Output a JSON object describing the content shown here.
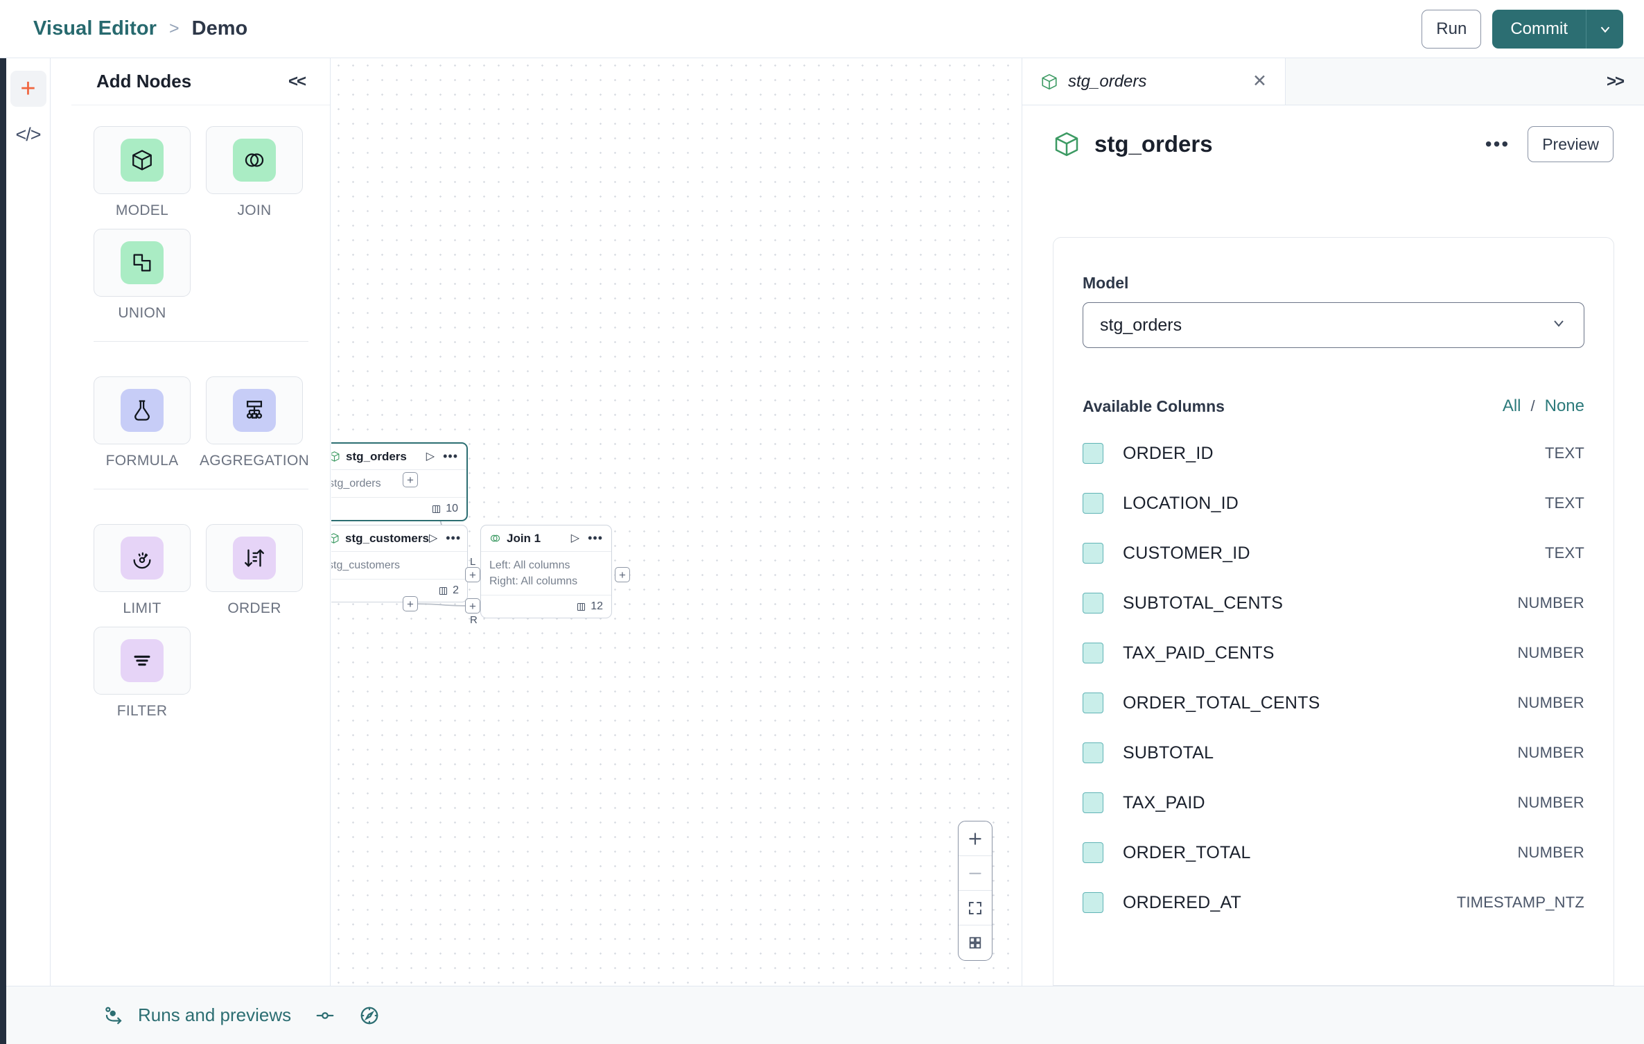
{
  "topbar": {
    "breadcrumb_root": "Visual Editor",
    "breadcrumb_sep": ">",
    "breadcrumb_current": "Demo",
    "run_label": "Run",
    "commit_label": "Commit",
    "accent_teal": "#2c6e72",
    "accent_orange": "#f0653f"
  },
  "rail": {
    "add_icon": "plus-icon",
    "code_icon": "code-icon"
  },
  "nodes_panel": {
    "title": "Add Nodes",
    "collapse_label": "<<",
    "groups": [
      {
        "items": [
          {
            "label": "MODEL",
            "icon": "cube-icon",
            "bg": "#aaecc4"
          },
          {
            "label": "JOIN",
            "icon": "venn-icon",
            "bg": "#aaecc4"
          },
          {
            "label": "UNION",
            "icon": "union-icon",
            "bg": "#aaecc4"
          }
        ]
      },
      {
        "items": [
          {
            "label": "FORMULA",
            "icon": "flask-icon",
            "bg": "#c7cdf7"
          },
          {
            "label": "AGGREGATION",
            "icon": "aggregation-icon",
            "bg": "#c7cdf7"
          }
        ]
      },
      {
        "items": [
          {
            "label": "LIMIT",
            "icon": "limit-icon",
            "bg": "#e6d4f7"
          },
          {
            "label": "ORDER",
            "icon": "order-icon",
            "bg": "#e6d4f7"
          },
          {
            "label": "FILTER",
            "icon": "filter-icon",
            "bg": "#e6d4f7"
          }
        ]
      }
    ]
  },
  "canvas": {
    "nodes": [
      {
        "id": "stg_orders",
        "title": "stg_orders",
        "icon": "cube-icon",
        "body_lines": [
          "stg_orders"
        ],
        "column_count": "10",
        "selected": true
      },
      {
        "id": "stg_customers",
        "title": "stg_customers",
        "icon": "cube-icon",
        "body_lines": [
          "stg_customers"
        ],
        "column_count": "2",
        "selected": false
      },
      {
        "id": "join_1",
        "title": "Join 1",
        "icon": "venn-icon",
        "body_lines": [
          "Left: All columns",
          "Right: All columns"
        ],
        "column_count": "12",
        "selected": false,
        "input_labels": [
          "L",
          "R"
        ]
      }
    ],
    "handle_symbol": "+",
    "zoom_controls": [
      {
        "name": "zoom-in",
        "glyph": "+"
      },
      {
        "name": "zoom-out",
        "glyph": "−"
      },
      {
        "name": "fit-view",
        "glyph": "fit"
      },
      {
        "name": "toggle-minimap",
        "glyph": "grid"
      }
    ]
  },
  "right_panel": {
    "tab": {
      "label": "stg_orders",
      "icon": "cube-icon",
      "close": "✕"
    },
    "expand_label": ">>",
    "header": {
      "title": "stg_orders",
      "icon": "cube-icon",
      "menu": "•••",
      "preview_label": "Preview"
    },
    "model_field": {
      "label": "Model",
      "value": "stg_orders"
    },
    "columns_section": {
      "title": "Available Columns",
      "all_label": "All",
      "separator": "/",
      "none_label": "None",
      "rows": [
        {
          "name": "ORDER_ID",
          "type": "TEXT"
        },
        {
          "name": "LOCATION_ID",
          "type": "TEXT"
        },
        {
          "name": "CUSTOMER_ID",
          "type": "TEXT"
        },
        {
          "name": "SUBTOTAL_CENTS",
          "type": "NUMBER"
        },
        {
          "name": "TAX_PAID_CENTS",
          "type": "NUMBER"
        },
        {
          "name": "ORDER_TOTAL_CENTS",
          "type": "NUMBER"
        },
        {
          "name": "SUBTOTAL",
          "type": "NUMBER"
        },
        {
          "name": "TAX_PAID",
          "type": "NUMBER"
        },
        {
          "name": "ORDER_TOTAL",
          "type": "NUMBER"
        },
        {
          "name": "ORDERED_AT",
          "type": "TIMESTAMP_NTZ"
        }
      ]
    }
  },
  "bottombar": {
    "runs_label": "Runs and previews",
    "runs_icon": "runs-icon",
    "toggle_icon": "slider-toggle-icon",
    "compass_icon": "compass-icon"
  }
}
